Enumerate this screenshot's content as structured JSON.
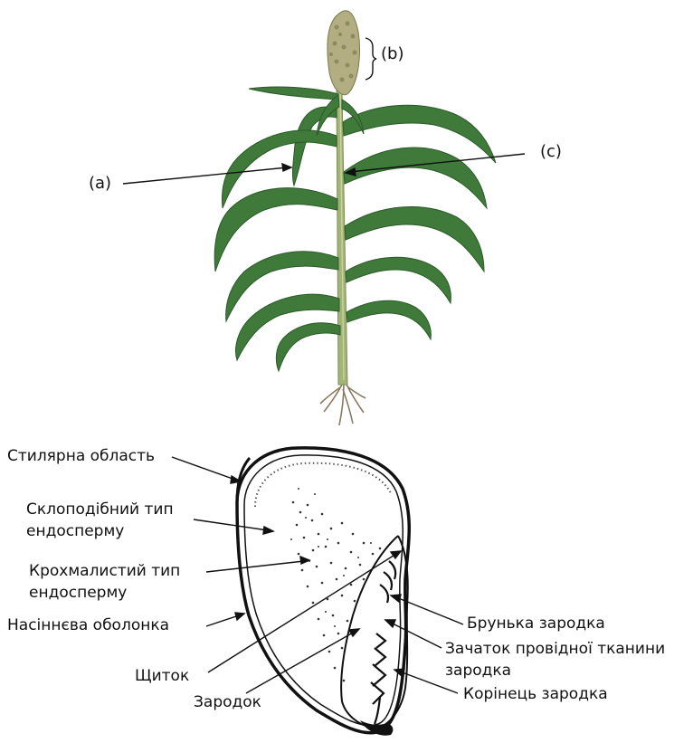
{
  "plant": {
    "labels": {
      "a": "(a)",
      "b": "(b)",
      "c": "(c)"
    }
  },
  "seed": {
    "labels": {
      "stylar_region": "Стилярна область",
      "vitreous_endosperm_1": "Склоподібний тип",
      "vitreous_endosperm_2": "ендосперму",
      "starchy_endosperm_1": "Крохмалистий тип",
      "starchy_endosperm_2": "ендосперму",
      "seed_coat": "Насіннєва оболонка",
      "scutellum": "Щиток",
      "embryo": "Зародок",
      "plumule": "Брунька зародка",
      "vascular_1": "Зачаток провідної тканини",
      "vascular_2": "зародка",
      "radicle": "Корінець зародка"
    }
  },
  "colors": {
    "leaf": "#3f7a3a",
    "leaf_dark": "#2c5a2a",
    "stalk": "#a8b87a",
    "panicle": "#b9b48a",
    "ink": "#111111"
  }
}
